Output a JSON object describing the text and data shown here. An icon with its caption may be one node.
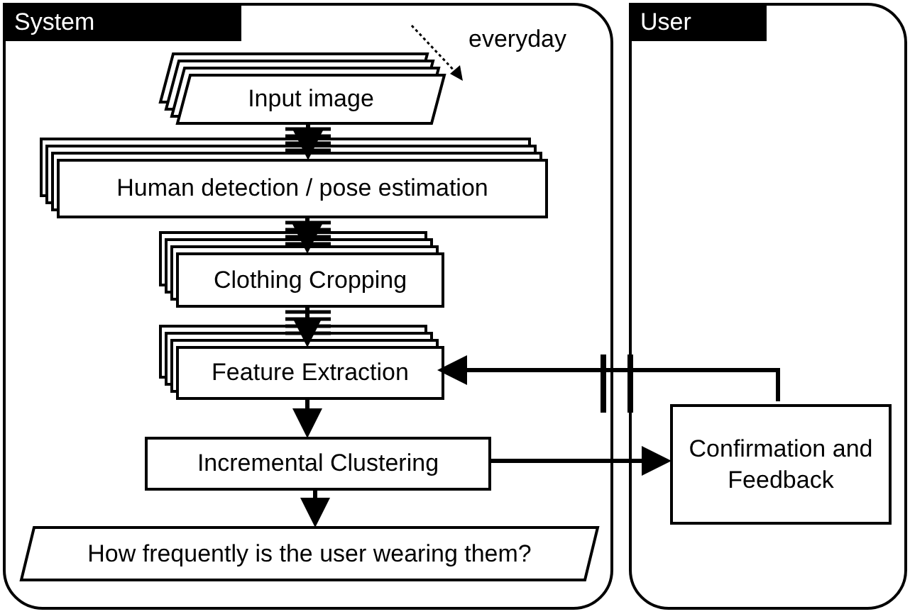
{
  "diagram": {
    "nodes": [
      {
        "text": [
          "System"
        ]
      },
      {
        "text": [
          "User"
        ]
      },
      {
        "text": [
          "Input image"
        ],
        "in": 0
      },
      {
        "text": [
          "Human detection / pose estimation"
        ],
        "in": 0
      },
      {
        "text": [
          "Clothing Cropping"
        ],
        "in": 0
      },
      {
        "text": [
          "Feature Extraction"
        ],
        "in": 0
      },
      {
        "text": [
          "Incremental Clustering"
        ],
        "in": 0
      },
      {
        "text": [
          "How frequently is the user wearing them?"
        ],
        "in": 0
      },
      {
        "text": [
          "Confirmation and Feedback"
        ],
        "in": 1
      }
    ],
    "edges": [
      {
        "from": 2,
        "to": 3,
        "arrow": "to"
      },
      {
        "from": 3,
        "to": 4,
        "arrow": "to"
      },
      {
        "from": 4,
        "to": 5,
        "arrow": "to"
      },
      {
        "from": 5,
        "to": 6,
        "arrow": "to"
      },
      {
        "from": 6,
        "to": 7,
        "arrow": "to"
      },
      {
        "from": 6,
        "to": 8,
        "arrow": "to"
      },
      {
        "from": 8,
        "to": 5,
        "arrow": "to"
      }
    ],
    "labels": [
      "everyday"
    ]
  }
}
